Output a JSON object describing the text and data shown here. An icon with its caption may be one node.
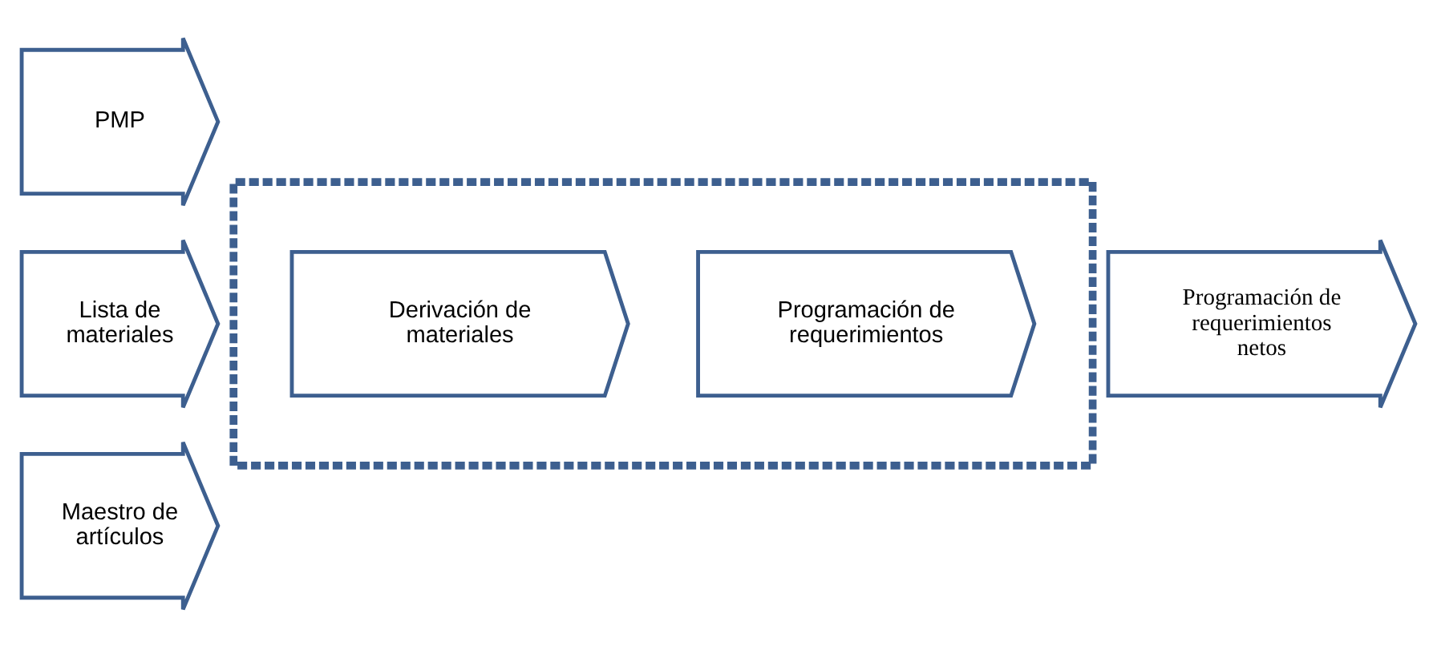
{
  "diagram": {
    "nodes": [
      {
        "text": [
          "PMP"
        ]
      },
      {
        "text": [
          "Lista de materiales"
        ]
      },
      {
        "text": [
          "Maestro de artículos"
        ]
      },
      {
        "text": [],
        "shape": "box"
      },
      {
        "text": [
          "Derivación de materiales"
        ],
        "in": 3
      },
      {
        "text": [
          "Programación de requerimientos"
        ],
        "in": 3
      },
      {
        "text": [
          "Programación de requerimientos netos"
        ]
      }
    ]
  }
}
